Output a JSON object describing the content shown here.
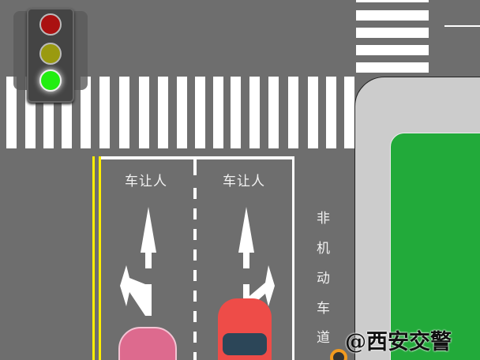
{
  "scene": {
    "description": "Traffic intersection illustration",
    "colors": {
      "asphalt": "#6e6e6e",
      "sidewalk": "#cccccc",
      "grass": "#22aa3a",
      "yellow_line": "#ffee00",
      "light_red": "#aa1111",
      "light_yellow": "#9a9a10",
      "light_green": "#22ee11",
      "car_red": "#ee4444",
      "car_pink": "#dd6a8e"
    },
    "traffic_light": {
      "state": "green"
    },
    "lanes": [
      {
        "label": "车让人",
        "arrow": "straight-or-left"
      },
      {
        "label": "车让人",
        "arrow": "straight-or-right"
      }
    ],
    "bike_lane_label": [
      "非",
      "机",
      "动",
      "车",
      "道"
    ],
    "watermark": "@西安交警"
  }
}
